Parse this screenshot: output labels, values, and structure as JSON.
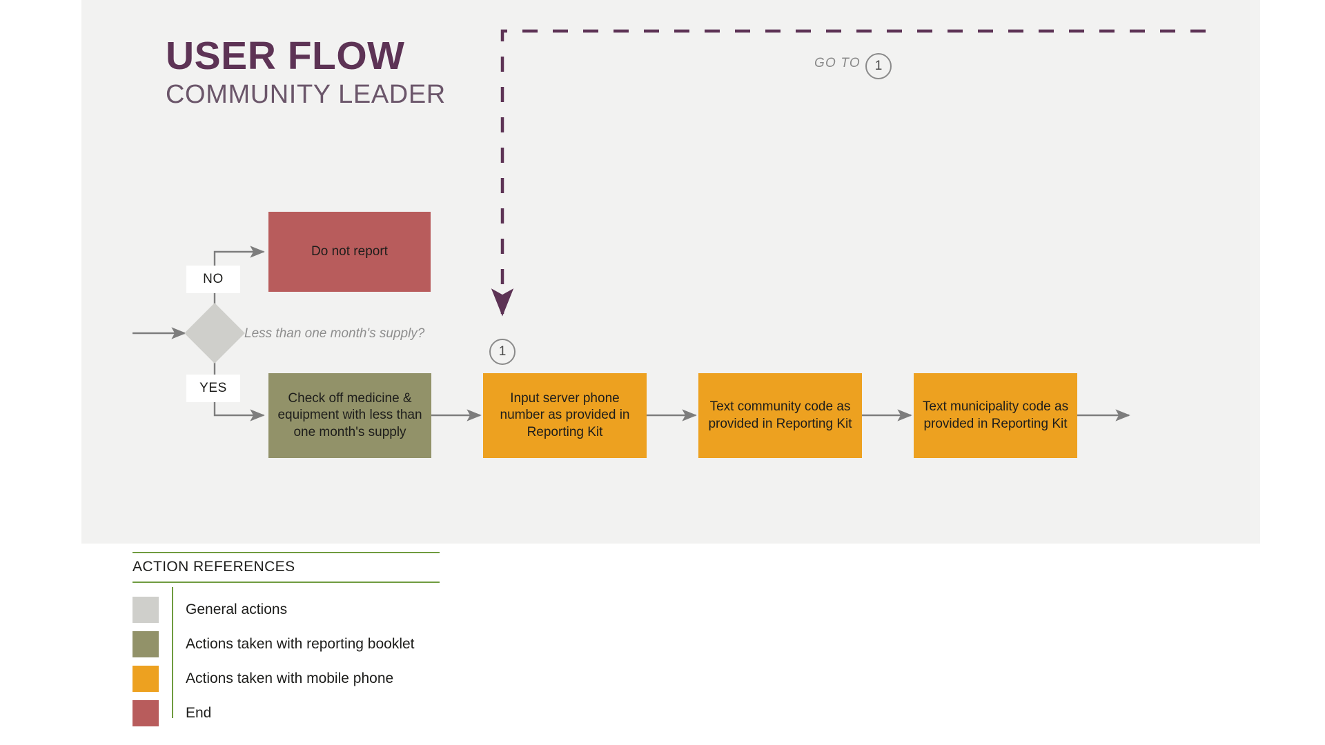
{
  "page": {
    "title": "USER FLOW",
    "subtitle": "COMMUNITY LEADER"
  },
  "colors": {
    "title_purple": "#5d3355",
    "subtitle_purple": "#6b566a",
    "canvas_bg": "#f2f2f1",
    "general_gray": "#cfcfcb",
    "booklet_olive": "#929269",
    "mobile_orange": "#eda120",
    "end_red": "#b85c5c",
    "legend_green": "#6f9b3f",
    "arrow_gray": "#7d7d7d",
    "dashed_purple": "#5d3355"
  },
  "flow": {
    "decision": {
      "label": "Less than one month's supply?",
      "branch_no": "NO",
      "branch_yes": "YES"
    },
    "nodes": [
      {
        "id": "do-not-report",
        "text": "Do not report",
        "type": "end"
      },
      {
        "id": "check-off",
        "text": "Check off medicine & equipment with less than one month's supply",
        "type": "booklet"
      },
      {
        "id": "input-server",
        "text": "Input server phone number as provided in Reporting Kit",
        "type": "mobile"
      },
      {
        "id": "text-community",
        "text": "Text community code as provided in Reporting Kit",
        "type": "mobile"
      },
      {
        "id": "text-municipality",
        "text": "Text municipality code as provided in Reporting Kit",
        "type": "mobile"
      }
    ],
    "connectors": {
      "goto_label": "GO TO",
      "goto_number": "1",
      "target_number": "1"
    }
  },
  "legend": {
    "title": "ACTION REFERENCES",
    "items": [
      {
        "label": "General actions",
        "color": "#cfcfcb"
      },
      {
        "label": "Actions taken with reporting booklet",
        "color": "#929269"
      },
      {
        "label": "Actions taken with mobile phone",
        "color": "#eda120"
      },
      {
        "label": "End",
        "color": "#b85c5c"
      }
    ]
  }
}
